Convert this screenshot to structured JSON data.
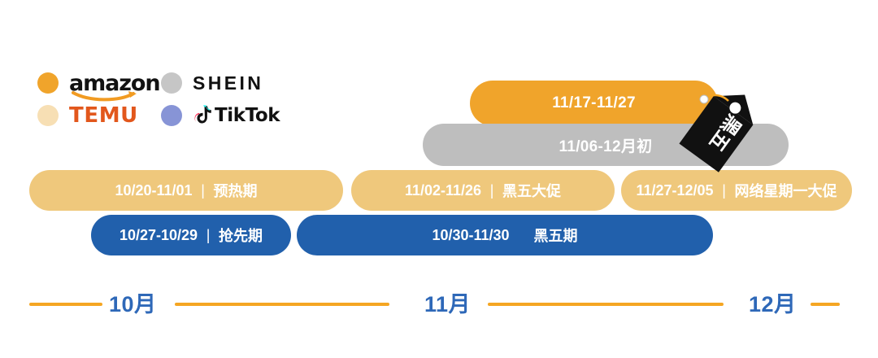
{
  "legend": {
    "items": [
      {
        "name": "amazon",
        "label": "amazon",
        "color": "#F0A42B",
        "icon": "amazon-logo"
      },
      {
        "name": "shein",
        "label": "SHEIN",
        "color": "#C6C6C6",
        "icon": "shein-logo"
      },
      {
        "name": "temu",
        "label": "TEMU",
        "color": "#F7DFB4",
        "icon": "temu-logo"
      },
      {
        "name": "tiktok",
        "label": "TikTok",
        "color": "#8794D6",
        "icon": "tiktok-logo"
      }
    ]
  },
  "bars": {
    "amazon": {
      "range": "11/17-11/27",
      "label": "",
      "color": "#F0A42B"
    },
    "shein": {
      "range": "11/06-12月初",
      "label": "",
      "color": "#BEBEBE"
    },
    "temu1": {
      "range": "10/20-11/01",
      "sep": "|",
      "label": "预热期",
      "color": "#EFC87C"
    },
    "temu2": {
      "range": "11/02-11/26",
      "sep": "|",
      "label": "黑五大促",
      "color": "#EFC87C"
    },
    "temu3": {
      "range": "11/27-12/05",
      "sep": "|",
      "label": "网络星期一大促",
      "color": "#EFC87C"
    },
    "tiktok1": {
      "range": "10/27-10/29",
      "sep": "|",
      "label": "抢先期",
      "color": "#2160AC"
    },
    "tiktok2": {
      "range": "10/30-11/30",
      "label": "黑五期",
      "color": "#2160AC"
    }
  },
  "tag": {
    "text": "黑五",
    "background": "#111111",
    "text_color": "#FFFFFF"
  },
  "axis": {
    "line_color": "#F5A623",
    "label_color": "#2E68B8",
    "months": [
      {
        "label": "10月"
      },
      {
        "label": "11月"
      },
      {
        "label": "12月"
      }
    ]
  }
}
